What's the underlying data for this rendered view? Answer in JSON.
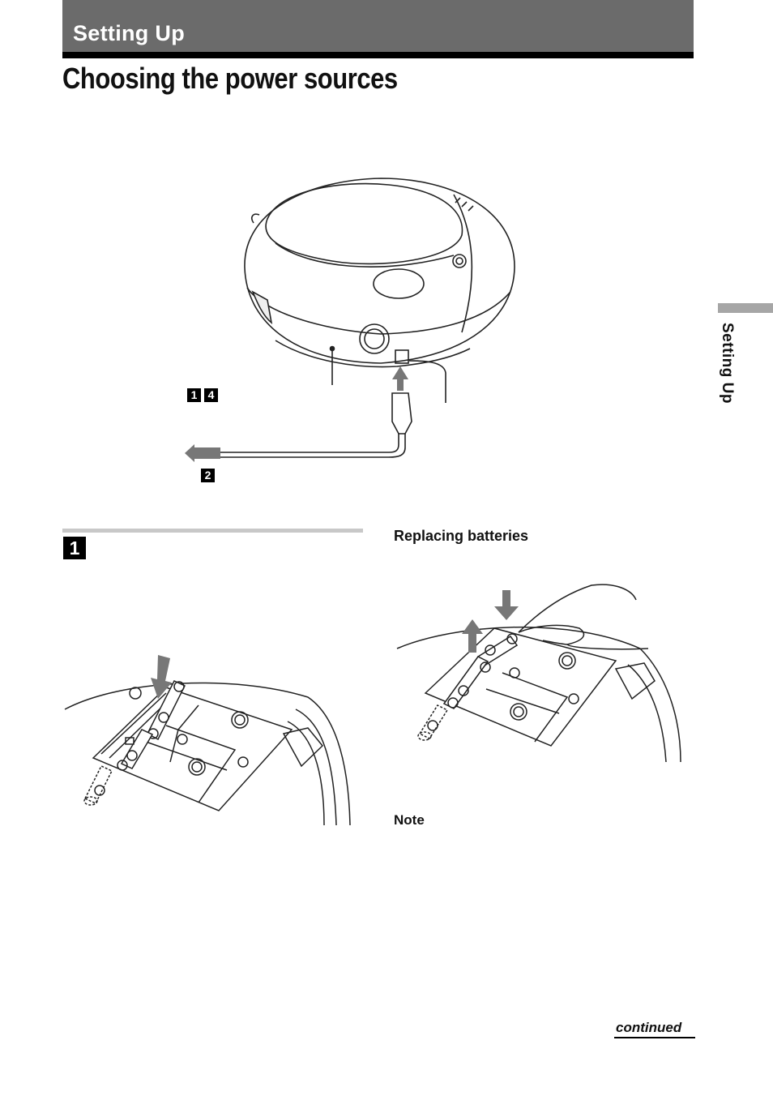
{
  "header": {
    "section_title": "Setting Up"
  },
  "page_title": "Choosing the power sources",
  "side_tab": {
    "label": "Setting Up"
  },
  "figure_main": {
    "callout_step_1": "1",
    "callout_step_4": "4",
    "callout_step_2": "2"
  },
  "step1": {
    "number": "1"
  },
  "replacing": {
    "heading": "Replacing batteries"
  },
  "note": {
    "heading": "Note"
  },
  "footer": {
    "continued": "continued"
  },
  "icons": [
    "boombox-illustration",
    "battery-compartment-illustration",
    "battery-replace-illustration",
    "arrow-icon"
  ]
}
